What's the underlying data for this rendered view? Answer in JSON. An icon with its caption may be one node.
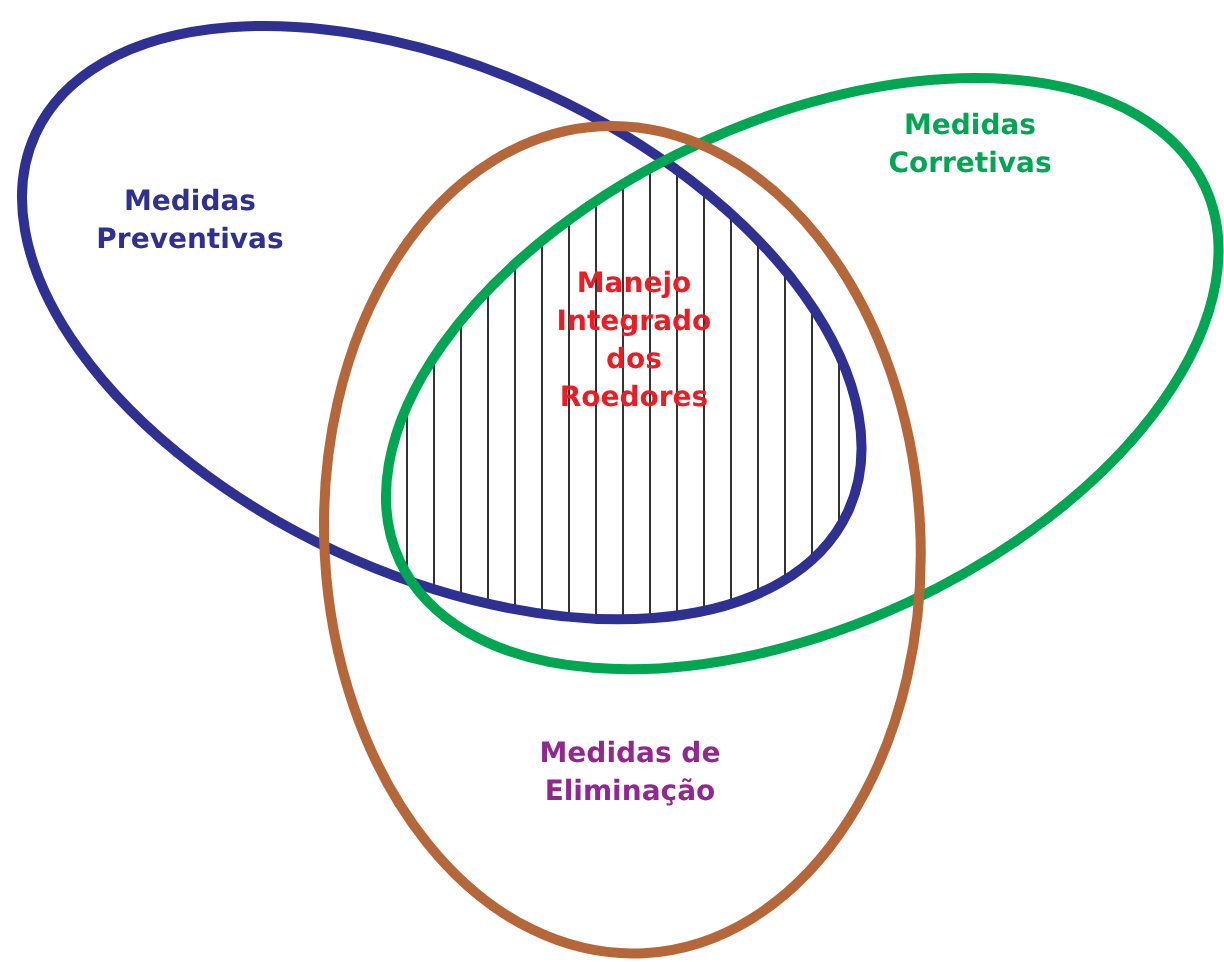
{
  "diagram": {
    "nodes": [
      {
        "text": [
          "Medidas Preventivas"
        ]
      },
      {
        "text": [
          "Medidas Corretivas"
        ]
      },
      {
        "text": [
          "Medidas de Eliminação"
        ]
      },
      {
        "text": [
          "Manejo Integrado dos Roedores"
        ]
      }
    ]
  }
}
